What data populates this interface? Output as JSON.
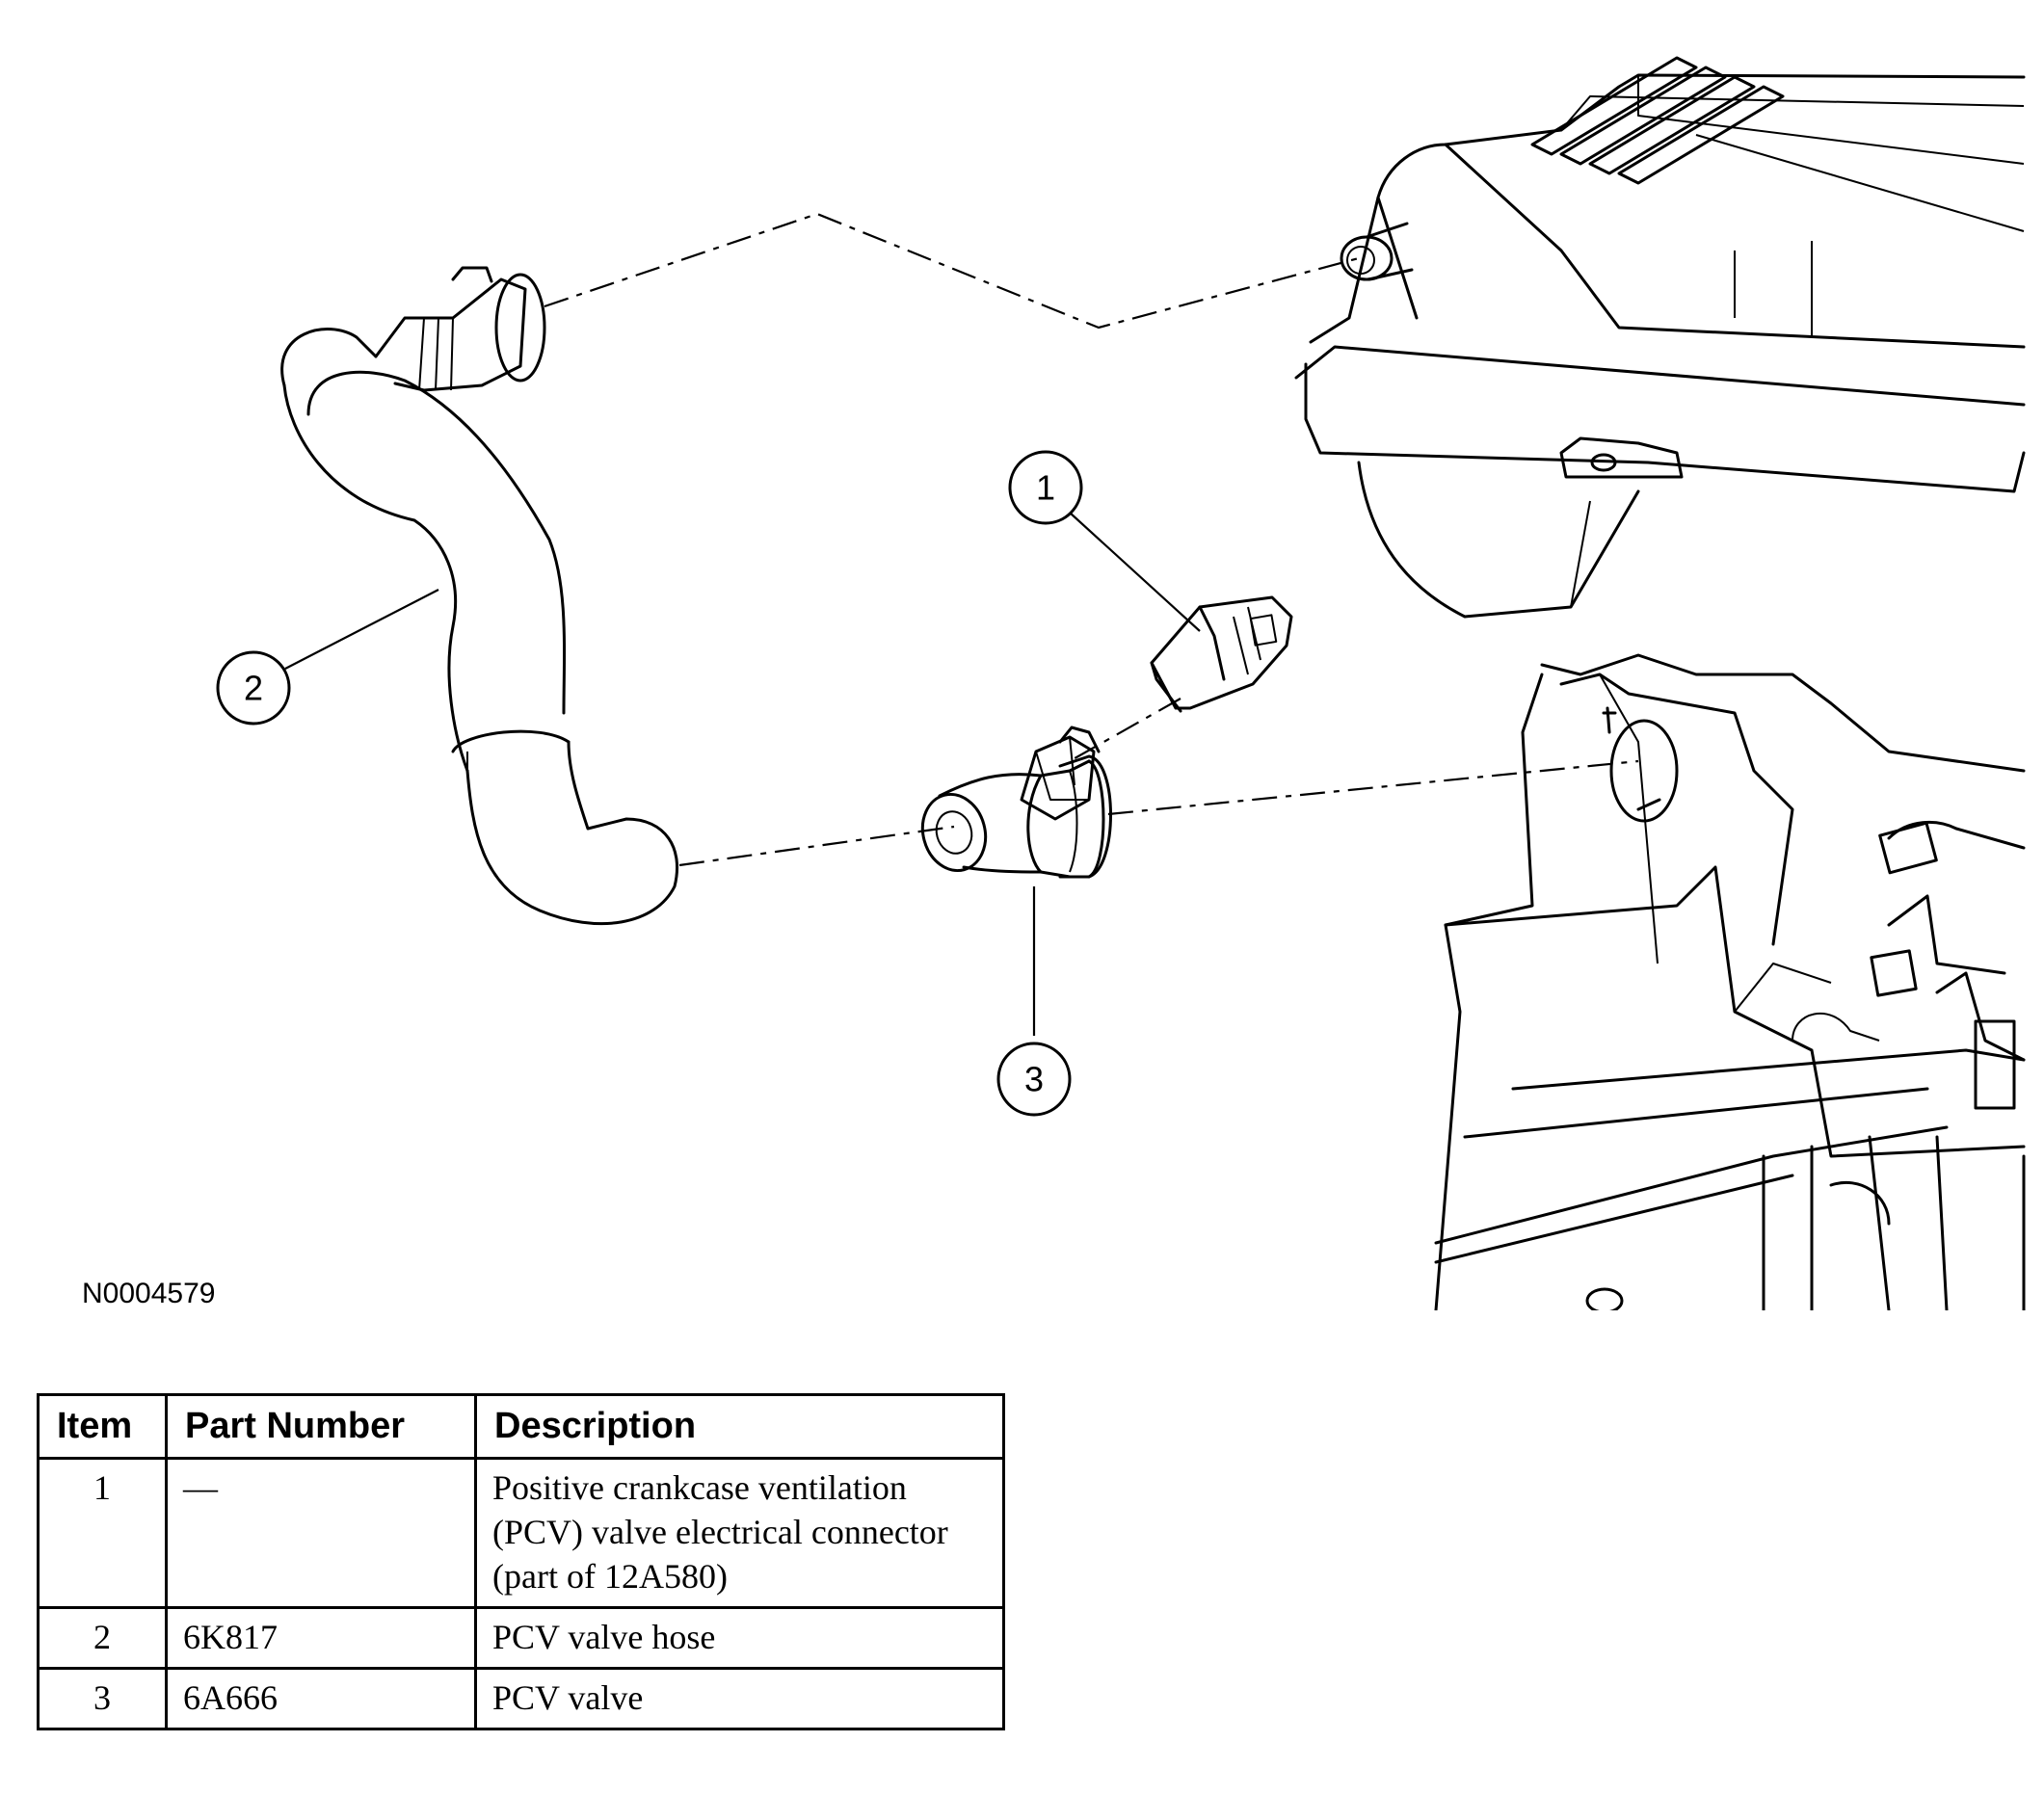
{
  "figure": {
    "id": "N0004579",
    "callouts": [
      {
        "label": "1",
        "part": "pcv-connector"
      },
      {
        "label": "2",
        "part": "pcv-hose"
      },
      {
        "label": "3",
        "part": "pcv-valve"
      }
    ]
  },
  "table": {
    "headers": [
      "Item",
      "Part Number",
      "Description"
    ],
    "rows": [
      {
        "item": "1",
        "part_number": "—",
        "description": "Positive crankcase ventilation (PCV) valve electrical connector (part of 12A580)"
      },
      {
        "item": "2",
        "part_number": "6K817",
        "description": "PCV valve hose"
      },
      {
        "item": "3",
        "part_number": "6A666",
        "description": "PCV valve"
      }
    ]
  }
}
